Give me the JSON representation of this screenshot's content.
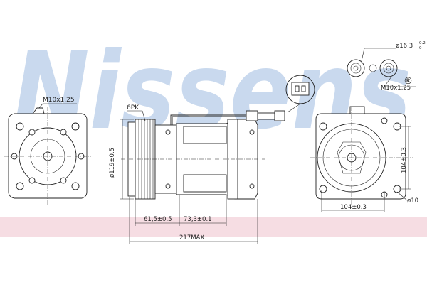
{
  "watermark": {
    "brand": "Nissens",
    "registered": "®"
  },
  "colors": {
    "watermark": "#c9d9ee",
    "band": "#f6dde3",
    "line": "#222222"
  },
  "labels": {
    "thread_left": "M10x1,25",
    "thread_right": "M10x1,25",
    "belt": "6PK",
    "pulley_dia": "ø119±0.5",
    "pcd_h": "104±0.3",
    "pcd_v": "104±0.3",
    "hole_dia": "ø10",
    "dim_a": "61,5±0.5",
    "dim_b": "73,3±0.1",
    "overall": "217MAX",
    "port_dia": "ø16,3",
    "port_tol_upper": "0.2",
    "port_tol_lower": "0"
  }
}
